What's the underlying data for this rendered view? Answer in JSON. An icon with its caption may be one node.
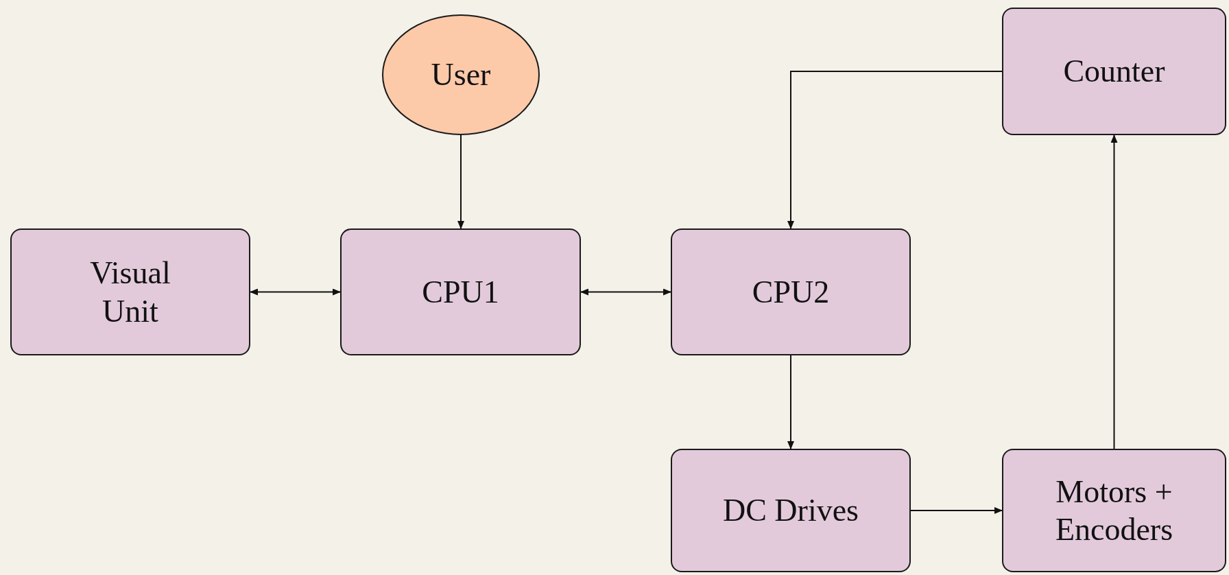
{
  "diagram": {
    "nodes": [
      {
        "text": [
          "User"
        ]
      },
      {
        "text": [
          "Counter"
        ]
      },
      {
        "text": [
          "Visual Unit"
        ]
      },
      {
        "text": [
          "CPU1"
        ]
      },
      {
        "text": [
          "CPU2"
        ]
      },
      {
        "text": [
          "DC Drives"
        ]
      },
      {
        "text": [
          "Motors + Encoders"
        ]
      }
    ],
    "edges": [
      {
        "from": 0,
        "to": 3,
        "arrow": "to"
      },
      {
        "from": 2,
        "to": 3,
        "arrow": "both"
      },
      {
        "from": 3,
        "to": 4,
        "arrow": "both"
      },
      {
        "from": 1,
        "to": 4,
        "arrow": "to"
      },
      {
        "from": 4,
        "to": 5,
        "arrow": "to"
      },
      {
        "from": 5,
        "to": 6,
        "arrow": "to"
      },
      {
        "from": 6,
        "to": 1,
        "arrow": "to"
      }
    ]
  }
}
